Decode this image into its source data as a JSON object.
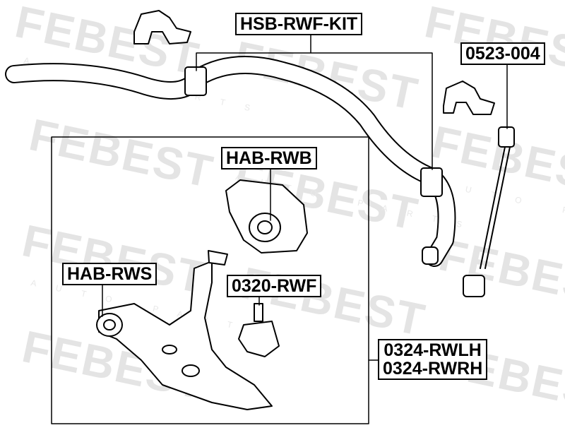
{
  "watermark": {
    "brand": "FEBEST",
    "tagline": "AUTO PARTS"
  },
  "parts": {
    "stabilizer_bushing_kit": "HSB-RWF-KIT",
    "stabilizer_link": "0523-004",
    "arm_bushing_rear": "HAB-RWB",
    "arm_bushing_front": "HAB-RWS",
    "ball_joint": "0320-RWF",
    "lower_arm_left": "0324-RWLH",
    "lower_arm_right": "0324-RWRH"
  }
}
